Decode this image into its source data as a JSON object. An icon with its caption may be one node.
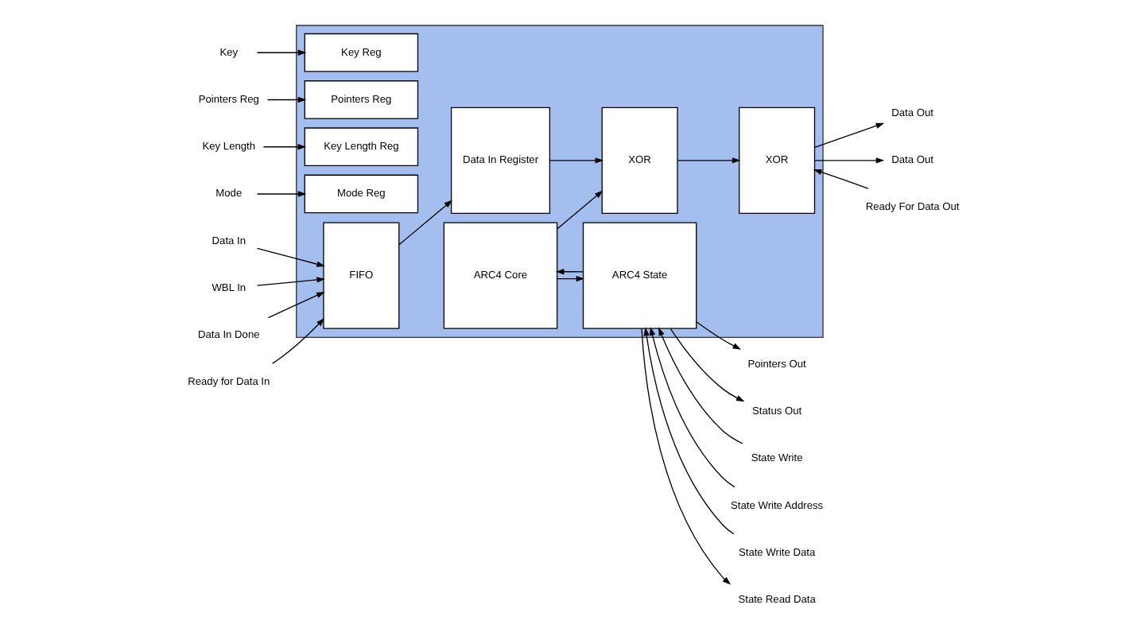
{
  "diagram": {
    "nodes": [
      {
        "text": [],
        "shape": "box"
      },
      {
        "text": [
          "Key"
        ]
      },
      {
        "text": [
          "Pointers Reg"
        ]
      },
      {
        "text": [
          "Key Length"
        ]
      },
      {
        "text": [
          "Mode"
        ]
      },
      {
        "text": [
          "Key Reg"
        ],
        "in": 0
      },
      {
        "text": [
          "Pointers Reg"
        ],
        "in": 0
      },
      {
        "text": [
          "Key Length Reg"
        ],
        "in": 0
      },
      {
        "text": [
          "Mode Reg"
        ],
        "in": 0
      },
      {
        "text": [
          "ARC4 Core"
        ],
        "in": 0
      },
      {
        "text": [
          "ARC4 State"
        ],
        "in": 0
      },
      {
        "text": [
          "Pointers Out"
        ]
      },
      {
        "text": [
          "Status Out"
        ]
      },
      {
        "text": [
          "State Write"
        ]
      },
      {
        "text": [
          "State Write Address"
        ]
      },
      {
        "text": [
          "State Write Data"
        ]
      },
      {
        "text": [
          "State Read Data"
        ]
      },
      {
        "text": [
          "Data In"
        ]
      },
      {
        "text": [
          "WBL In"
        ]
      },
      {
        "text": [
          "Data In Done"
        ]
      },
      {
        "text": [
          "Ready for Data In"
        ]
      },
      {
        "text": [
          "FIFO"
        ],
        "in": 0
      },
      {
        "text": [
          "Data In Register"
        ],
        "in": 0
      },
      {
        "text": [
          "XOR"
        ],
        "in": 0
      },
      {
        "text": [
          "XOR"
        ],
        "in": 0
      },
      {
        "text": [
          "Data Out"
        ]
      },
      {
        "text": [
          "Data Out"
        ]
      },
      {
        "text": [
          "Ready For Data Out"
        ]
      }
    ],
    "edges": [
      {
        "from": 1,
        "to": 5,
        "arrow": "to"
      },
      {
        "from": 2,
        "to": 6,
        "arrow": "to"
      },
      {
        "from": 3,
        "to": 7,
        "arrow": "to"
      },
      {
        "from": 4,
        "to": 8,
        "arrow": "to"
      },
      {
        "from": 9,
        "to": 10,
        "arrow": "to"
      },
      {
        "from": 10,
        "to": 9,
        "arrow": "to"
      },
      {
        "from": 10,
        "to": 11,
        "arrow": "to"
      },
      {
        "from": 10,
        "to": 12,
        "arrow": "to"
      },
      {
        "from": 13,
        "to": 10,
        "arrow": "to"
      },
      {
        "from": 14,
        "to": 10,
        "arrow": "to"
      },
      {
        "from": 15,
        "to": 10,
        "arrow": "to"
      },
      {
        "from": 10,
        "to": 16,
        "arrow": "to"
      },
      {
        "from": 9,
        "to": 23,
        "arrow": "to"
      },
      {
        "from": 17,
        "to": 21,
        "arrow": "to"
      },
      {
        "from": 18,
        "to": 21,
        "arrow": "to"
      },
      {
        "from": 19,
        "to": 21,
        "arrow": "to"
      },
      {
        "from": 20,
        "to": 21,
        "arrow": "to"
      },
      {
        "from": 21,
        "to": 22,
        "arrow": "to"
      },
      {
        "from": 22,
        "to": 23,
        "arrow": "to"
      },
      {
        "from": 23,
        "to": 24,
        "arrow": "to"
      },
      {
        "from": 24,
        "to": 25,
        "arrow": "to"
      },
      {
        "from": 24,
        "to": 26,
        "arrow": "to"
      },
      {
        "from": 27,
        "to": 24,
        "arrow": "to"
      }
    ]
  }
}
